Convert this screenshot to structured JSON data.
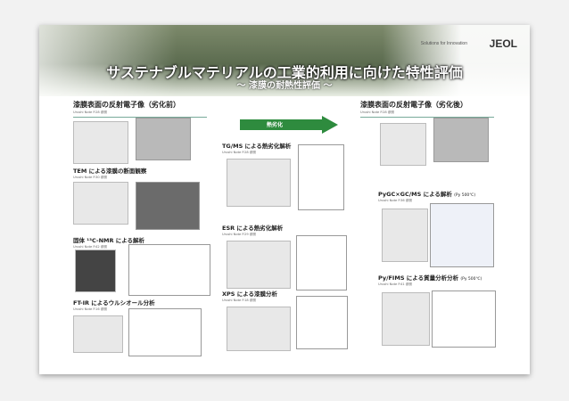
{
  "header": {
    "tagline": "Solutions for Innovation",
    "logo": "JEOL",
    "title": "サステナブルマテリアルの工業的利用に向けた特性評価",
    "subtitle": "～ 漆膜の耐熱性評価 ～"
  },
  "arrow": {
    "label": "熱劣化"
  },
  "sections": {
    "sem_before": {
      "heading": "漆膜表面の反射電子像（劣化前）",
      "note": "Urushi Note P.28 参照"
    },
    "tem": {
      "heading": "TEM による漆膜の断面観察",
      "note": "Urushi Note P.30 参照"
    },
    "nmr": {
      "heading": "固体 ¹³C-NMR による解析",
      "note": "Urushi Note P.42 参照"
    },
    "ftir": {
      "heading": "FT-IR によるウルシオール分析",
      "note": "Urushi Note P.16 参照"
    },
    "tgms": {
      "heading": "TG/MS による熱劣化解析",
      "note": "Urushi Note P.28 参照"
    },
    "esr": {
      "heading": "ESR による熱劣化解析",
      "note": "Urushi Note P.29 参照"
    },
    "xps": {
      "heading": "XPS による漆膜分析",
      "note": "Urushi Note P.18 参照"
    },
    "sem_after": {
      "heading": "漆膜表面の反射電子像（劣化後）",
      "note": "Urushi Note P.28 参照"
    },
    "pygc": {
      "heading": "PyGC×GC/MS による解析",
      "note": "Urushi Note P.36 参照",
      "cond": "(Py 500℃)"
    },
    "pyfims": {
      "heading": "Py/FIMS による質量分析分析",
      "note": "Urushi Note P.41 参照",
      "cond": "(Py 500℃)"
    }
  }
}
